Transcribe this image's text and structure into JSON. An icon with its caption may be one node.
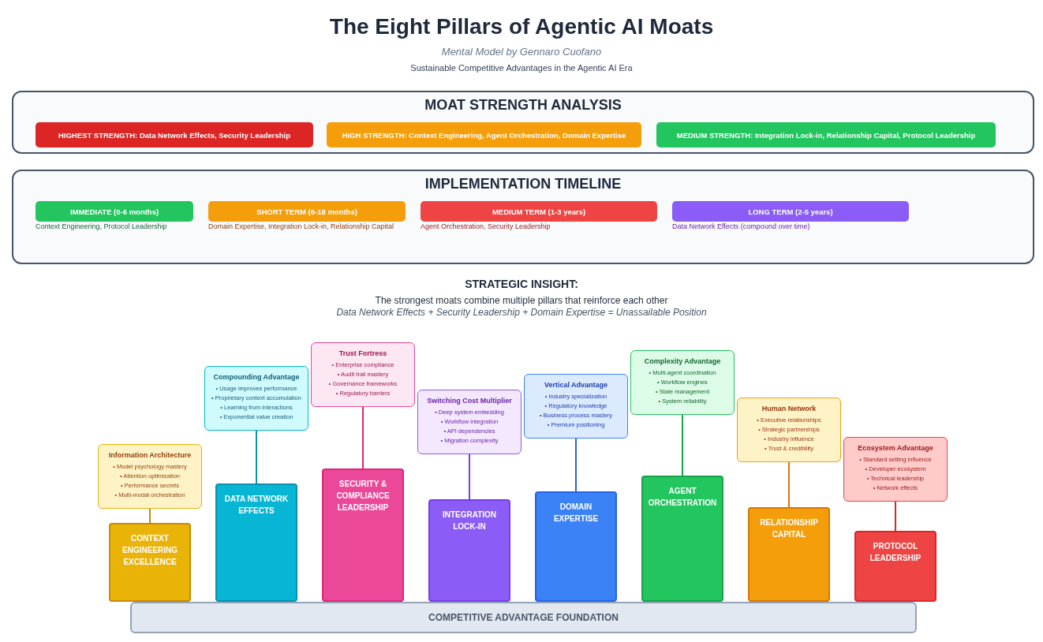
{
  "diagram": {
    "title": "The Eight Pillars of Agentic AI Moats",
    "nodes": [
      {
        "text": [
          "MOAT STRENGTH ANALYSIS"
        ]
      },
      {
        "text": [
          "HIGHEST STRENGTH: Data Network Effects, Security Leadership"
        ],
        "in": 0
      },
      {
        "text": [
          "HIGH STRENGTH: Context Engineering, Agent Orchestration, Domain Expertise"
        ],
        "in": 0
      },
      {
        "text": [
          "MEDIUM STRENGTH: Integration Lock-in, Relationship Capital, Protocol Leadership"
        ],
        "in": 0
      },
      {
        "text": [
          "IMPLEMENTATION TIMELINE"
        ]
      },
      {
        "text": [
          "IMMEDIATE (0-6 months)"
        ],
        "in": 4,
        "beside": [
          "Context Engineering, Protocol Leadership"
        ]
      },
      {
        "text": [
          "SHORT TERM (6-18 months)"
        ],
        "in": 4,
        "beside": [
          "Domain Expertise, Integration Lock-in, Relationship Capital"
        ]
      },
      {
        "text": [
          "MEDIUM TERM (1-3 years)"
        ],
        "in": 4,
        "beside": [
          "Agent Orchestration, Security Leadership"
        ]
      },
      {
        "text": [
          "LONG TERM (2-5 years)"
        ],
        "in": 4,
        "beside": [
          "Data Network Effects (compound over time)"
        ]
      },
      {
        "text": [
          "Information Architecture",
          "• Model psychology mastery",
          "• Attention optimization",
          "• Performance secrets",
          "• Multi-modal orchestration"
        ]
      },
      {
        "text": [
          "Compounding Advantage",
          "• Usage improves performance",
          "• Proprietary context accumulation",
          "• Learning from interactions",
          "• Exponential value creation"
        ]
      },
      {
        "text": [
          "Trust Fortress",
          "• Enterprise compliance",
          "• Audit trail mastery",
          "• Governance frameworks",
          "• Regulatory barriers"
        ]
      },
      {
        "text": [
          "Switching Cost Multiplier",
          "• Deep system embedding",
          "• Workflow integration",
          "• API dependencies",
          "• Migration complexity"
        ]
      },
      {
        "text": [
          "Vertical Advantage",
          "• Industry specialization",
          "• Regulatory knowledge",
          "• Business process mastery",
          "• Premium positioning"
        ]
      },
      {
        "text": [
          "Complexity Advantage",
          "• Multi-agent coordination",
          "• Workflow engines",
          "• State management",
          "• System reliability"
        ]
      },
      {
        "text": [
          "Human Network",
          "• Executive relationships",
          "• Strategic partnerships",
          "• Industry influence",
          "• Trust & credibility"
        ]
      },
      {
        "text": [
          "Ecosystem Advantage",
          "• Standard setting influence",
          "• Developer ecosystem",
          "• Technical leadership",
          "• Network effects"
        ]
      },
      {
        "text": [
          "CONTEXT ENGINEERING EXCELLENCE"
        ]
      },
      {
        "text": [
          "DATA NETWORK EFFECTS"
        ]
      },
      {
        "text": [
          "SECURITY & COMPLIANCE LEADERSHIP"
        ]
      },
      {
        "text": [
          "INTEGRATION LOCK-IN"
        ]
      },
      {
        "text": [
          "DOMAIN EXPERTISE"
        ]
      },
      {
        "text": [
          "AGENT ORCHESTRATION"
        ]
      },
      {
        "text": [
          "RELATIONSHIP CAPITAL"
        ]
      },
      {
        "text": [
          "PROTOCOL LEADERSHIP"
        ]
      },
      {
        "text": [
          "COMPETITIVE ADVANTAGE FOUNDATION"
        ]
      }
    ],
    "edges": [
      {
        "from": 9,
        "to": 17,
        "arrow": "none",
        "color": "#ca8a04"
      },
      {
        "from": 10,
        "to": 18,
        "arrow": "none",
        "color": "#0891b2"
      },
      {
        "from": 11,
        "to": 19,
        "arrow": "none",
        "color": "#db2777"
      },
      {
        "from": 12,
        "to": 20,
        "arrow": "none",
        "color": "#7c3aed"
      },
      {
        "from": 13,
        "to": 21,
        "arrow": "none",
        "color": "#2563eb"
      },
      {
        "from": 14,
        "to": 22,
        "arrow": "none",
        "color": "#16a34a"
      },
      {
        "from": 15,
        "to": 23,
        "arrow": "none",
        "color": "#d97706"
      },
      {
        "from": 16,
        "to": 24,
        "arrow": "none",
        "color": "#dc2626"
      }
    ],
    "labels": [
      "Mental Model by Gennaro Cuofano",
      "Sustainable Competitive Advantages in the Agentic AI Era",
      "STRATEGIC INSIGHT:",
      "The strongest moats combine multiple pillars that reinforce each other",
      "Data Network Effects + Security Leadership + Domain Expertise = Unassailable Position"
    ]
  }
}
